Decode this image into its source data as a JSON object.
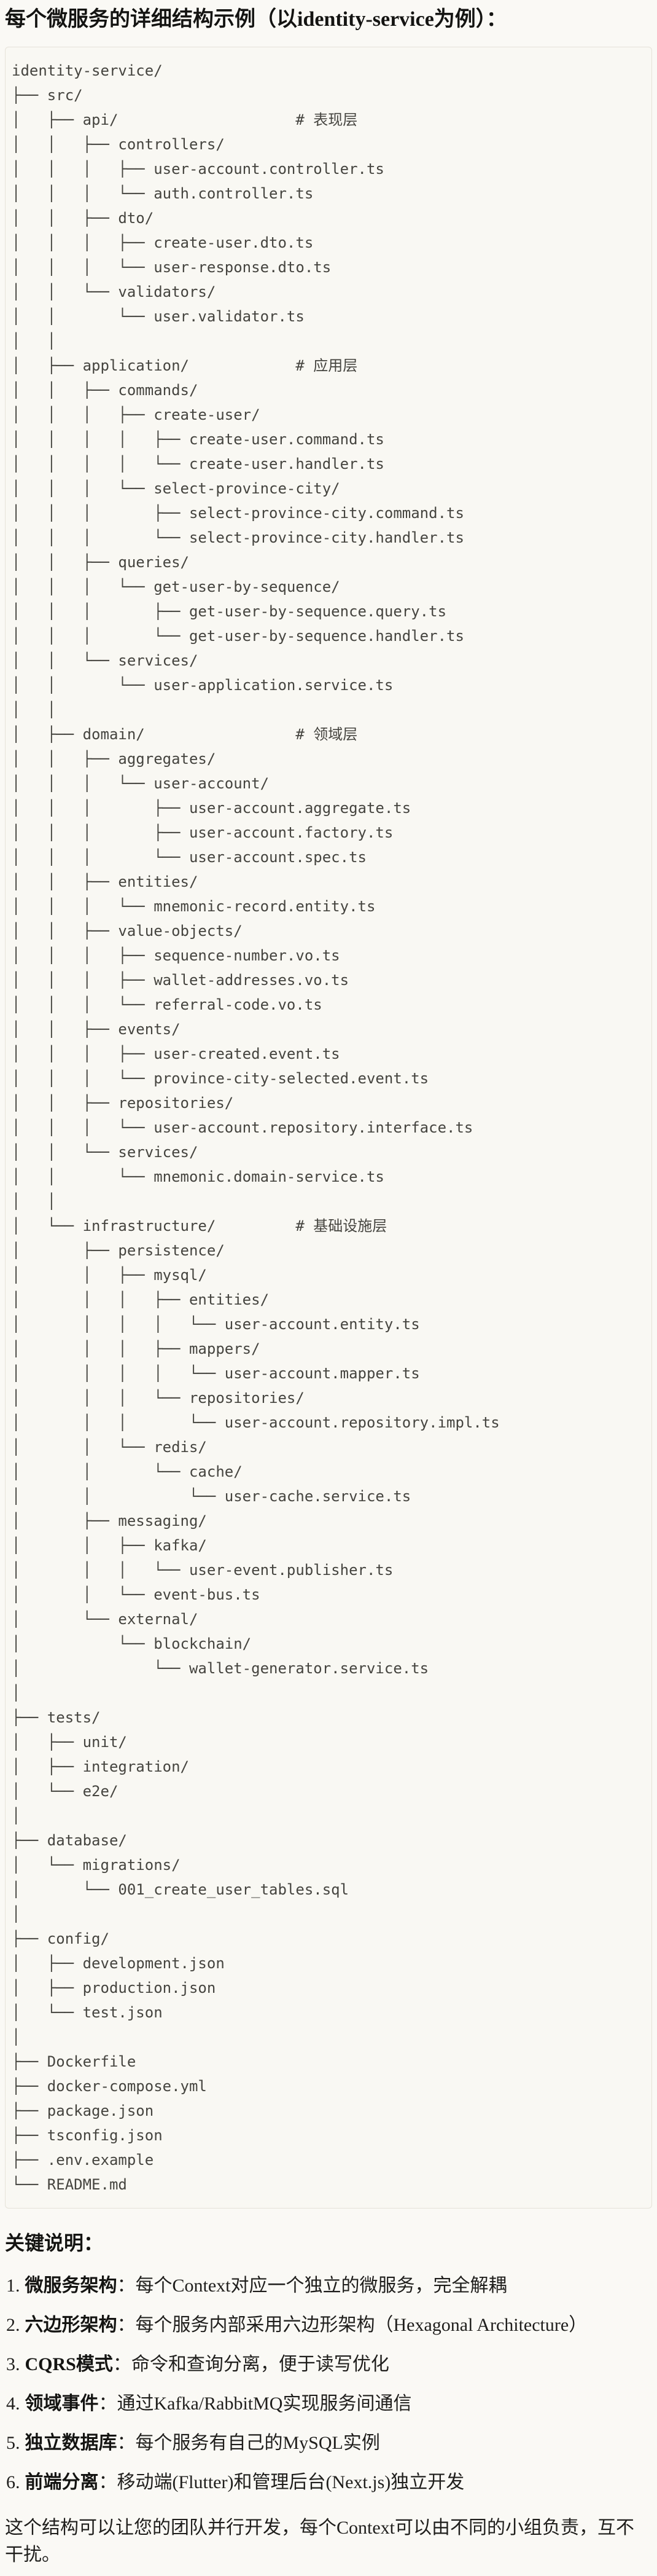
{
  "page": {
    "title": "每个微服务的详细结构示例（以identity-service为例）：",
    "colors": {
      "background": "#FAF9F5",
      "code_background": "#F9F8F3",
      "border": "#E5E2D9",
      "body_text": "#1F1E1C",
      "code_text": "#45443F"
    },
    "tree_lines": [
      "identity-service/",
      "├── src/",
      "│   ├── api/                    # 表现层",
      "│   │   ├── controllers/",
      "│   │   │   ├── user-account.controller.ts",
      "│   │   │   └── auth.controller.ts",
      "│   │   ├── dto/",
      "│   │   │   ├── create-user.dto.ts",
      "│   │   │   └── user-response.dto.ts",
      "│   │   └── validators/",
      "│   │       └── user.validator.ts",
      "│   │",
      "│   ├── application/            # 应用层",
      "│   │   ├── commands/",
      "│   │   │   ├── create-user/",
      "│   │   │   │   ├── create-user.command.ts",
      "│   │   │   │   └── create-user.handler.ts",
      "│   │   │   └── select-province-city/",
      "│   │   │       ├── select-province-city.command.ts",
      "│   │   │       └── select-province-city.handler.ts",
      "│   │   ├── queries/",
      "│   │   │   └── get-user-by-sequence/",
      "│   │   │       ├── get-user-by-sequence.query.ts",
      "│   │   │       └── get-user-by-sequence.handler.ts",
      "│   │   └── services/",
      "│   │       └── user-application.service.ts",
      "│   │",
      "│   ├── domain/                 # 领域层",
      "│   │   ├── aggregates/",
      "│   │   │   └── user-account/",
      "│   │   │       ├── user-account.aggregate.ts",
      "│   │   │       ├── user-account.factory.ts",
      "│   │   │       └── user-account.spec.ts",
      "│   │   ├── entities/",
      "│   │   │   └── mnemonic-record.entity.ts",
      "│   │   ├── value-objects/",
      "│   │   │   ├── sequence-number.vo.ts",
      "│   │   │   ├── wallet-addresses.vo.ts",
      "│   │   │   └── referral-code.vo.ts",
      "│   │   ├── events/",
      "│   │   │   ├── user-created.event.ts",
      "│   │   │   └── province-city-selected.event.ts",
      "│   │   ├── repositories/",
      "│   │   │   └── user-account.repository.interface.ts",
      "│   │   └── services/",
      "│   │       └── mnemonic.domain-service.ts",
      "│   │",
      "│   └── infrastructure/         # 基础设施层",
      "│       ├── persistence/",
      "│       │   ├── mysql/",
      "│       │   │   ├── entities/",
      "│       │   │   │   └── user-account.entity.ts",
      "│       │   │   ├── mappers/",
      "│       │   │   │   └── user-account.mapper.ts",
      "│       │   │   └── repositories/",
      "│       │   │       └── user-account.repository.impl.ts",
      "│       │   └── redis/",
      "│       │       └── cache/",
      "│       │           └── user-cache.service.ts",
      "│       ├── messaging/",
      "│       │   ├── kafka/",
      "│       │   │   └── user-event.publisher.ts",
      "│       │   └── event-bus.ts",
      "│       └── external/",
      "│           └── blockchain/",
      "│               └── wallet-generator.service.ts",
      "│",
      "├── tests/",
      "│   ├── unit/",
      "│   ├── integration/",
      "│   └── e2e/",
      "│",
      "├── database/",
      "│   └── migrations/",
      "│       └── 001_create_user_tables.sql",
      "│",
      "├── config/",
      "│   ├── development.json",
      "│   ├── production.json",
      "│   └── test.json",
      "│",
      "├── Dockerfile",
      "├── docker-compose.yml",
      "├── package.json",
      "├── tsconfig.json",
      "├── .env.example",
      "└── README.md"
    ],
    "notes": {
      "heading": "关键说明：",
      "items": [
        {
          "num": "1.",
          "label": "微服务架构",
          "text": "：每个Context对应一个独立的微服务，完全解耦"
        },
        {
          "num": "2.",
          "label": "六边形架构",
          "text": "：每个服务内部采用六边形架构（Hexagonal Architecture）"
        },
        {
          "num": "3.",
          "label": "CQRS模式",
          "text": "：命令和查询分离，便于读写优化"
        },
        {
          "num": "4.",
          "label": "领域事件",
          "text": "：通过Kafka/RabbitMQ实现服务间通信"
        },
        {
          "num": "5.",
          "label": "独立数据库",
          "text": "：每个服务有自己的MySQL实例"
        },
        {
          "num": "6.",
          "label": "前端分离",
          "text": "：移动端(Flutter)和管理后台(Next.js)独立开发"
        }
      ],
      "footer": "这个结构可以让您的团队并行开发，每个Context可以由不同的小组负责，互不干扰。"
    }
  }
}
